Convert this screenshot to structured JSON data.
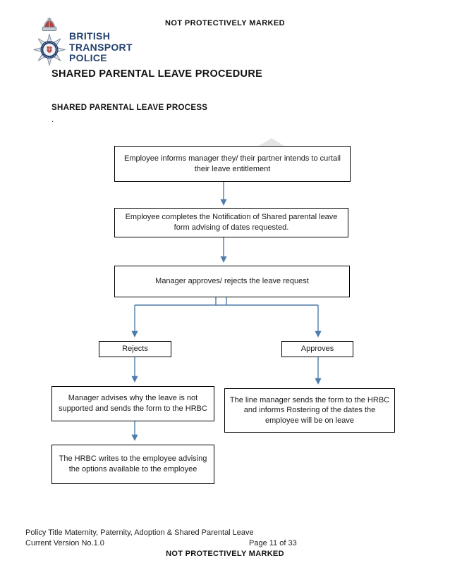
{
  "header": {
    "classification": "NOT PROTECTIVELY MARKED",
    "title": "SHARED PARENTAL LEAVE PROCEDURE",
    "section_heading": "SHARED PARENTAL LEAVE PROCESS",
    "stray_period": "."
  },
  "logo": {
    "icon": "btp-crest-icon",
    "lines": [
      "BRITISH",
      "TRANSPORT",
      "POLICE"
    ],
    "text_color": "#24426f"
  },
  "flowchart": {
    "connector_color": "#4e7cab",
    "box_border_color": "#000000",
    "steps": {
      "step1": "Employee informs manager they/ their partner intends to curtail their leave entitlement",
      "step2": "Employee completes the Notification of Shared parental leave form advising of dates requested.",
      "step3": "Manager approves/ rejects the leave request",
      "rejects_label": "Rejects",
      "approves_label": "Approves",
      "rejects_outcome": "Manager advises why the leave is not supported and sends the form to the HRBC",
      "approves_outcome": "The line manager sends the form to the HRBC and informs Rostering of the dates the employee will be on leave",
      "final_step": "The HRBC writes to the employee advising the options available to the employee"
    }
  },
  "footer": {
    "policy_title": "Policy Title Maternity, Paternity, Adoption & Shared Parental Leave",
    "version": "Current Version No.1.0",
    "page_info": "Page 11 of 33",
    "classification": "NOT PROTECTIVELY MARKED"
  }
}
